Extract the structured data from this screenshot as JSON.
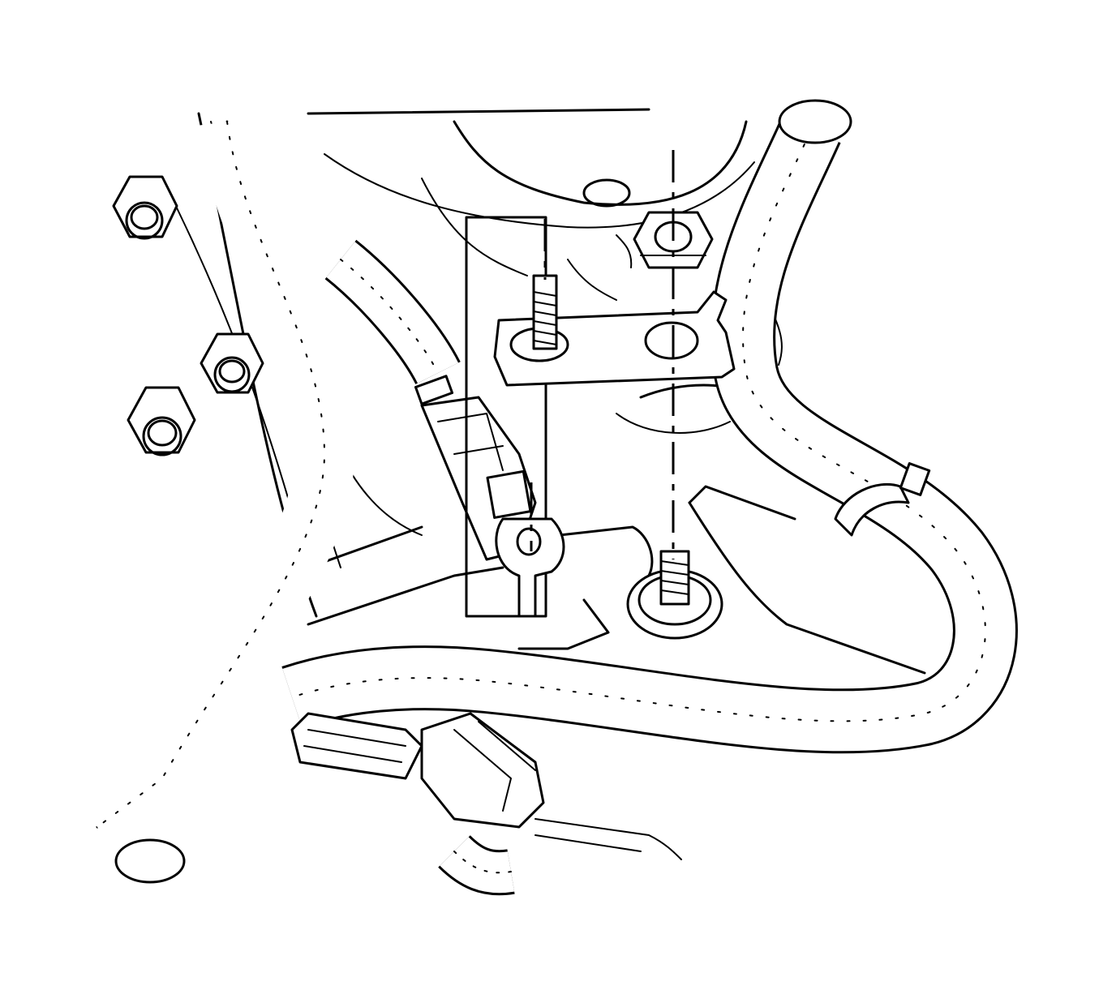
{
  "diagram": {
    "type": "exploded-assembly-line-drawing",
    "colors": {
      "line": "#000000",
      "background": "#ffffff"
    },
    "parts": [
      {
        "name": "corrugated-wiring-harness-loom",
        "count": 3
      },
      {
        "name": "flange-nut",
        "count": 3
      },
      {
        "name": "mounting-bracket",
        "count": 1
      },
      {
        "name": "hex-nut",
        "count": 1
      },
      {
        "name": "threaded-stud",
        "count": 2
      },
      {
        "name": "electrical-connector",
        "count": 3
      },
      {
        "name": "hose-clamp",
        "count": 1
      }
    ],
    "callout_box": {
      "present": true
    },
    "assembly_axes": 2
  }
}
